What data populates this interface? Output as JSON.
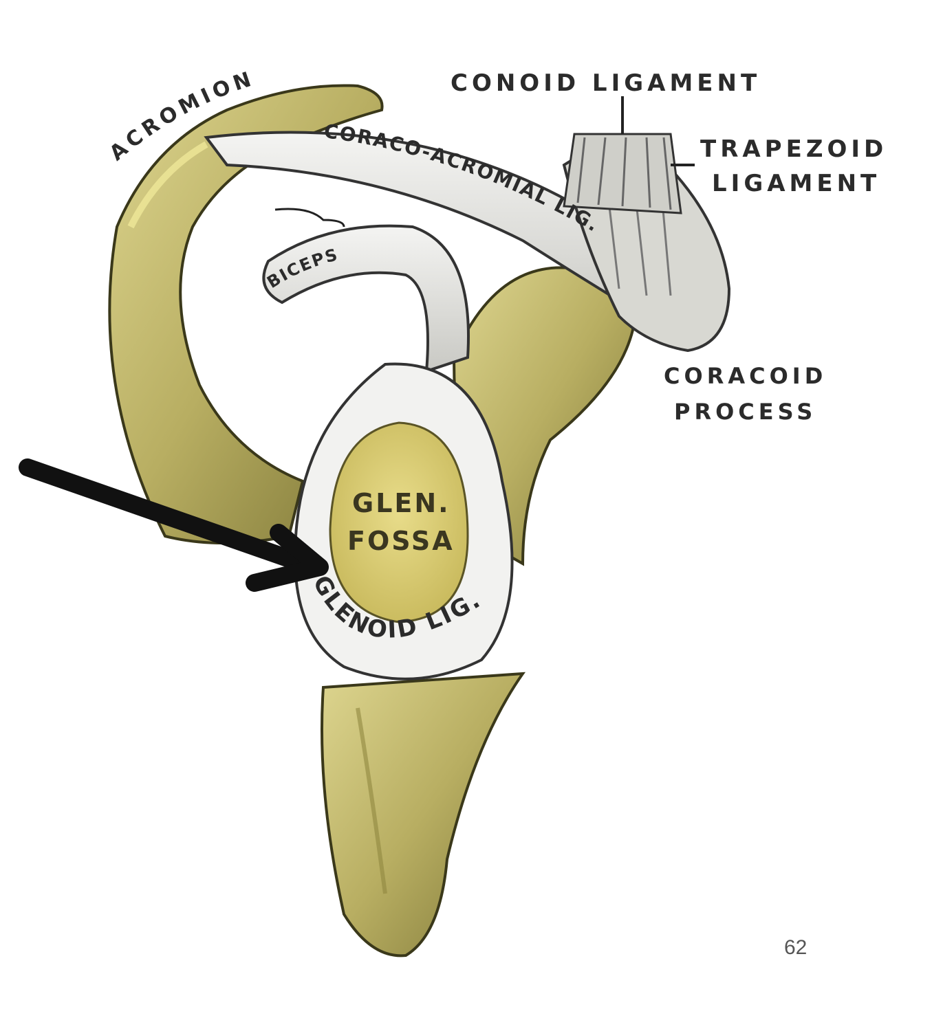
{
  "labels": {
    "acromion": "ACROMION",
    "conoid_ligament": "CONOID LIGAMENT",
    "trapezoid_ligament_line1": "TRAPEZOID",
    "trapezoid_ligament_line2": "LIGAMENT",
    "coraco_acromial_lig": "CORACO-ACROMIAL LIG.",
    "biceps": "BICEPS",
    "coracoid_process_line1": "CORACOID",
    "coracoid_process_line2": "PROCESS",
    "glen_fossa_line1": "GLEN.",
    "glen_fossa_line2": "FOSSA",
    "glenoid_lig": "GLENOID LIG."
  },
  "page_number": "62",
  "colors": {
    "bone": "#c9c07a",
    "bone_dark": "#6f6a2f",
    "ligament": "#e6e6e3",
    "arrow": "#111111"
  }
}
